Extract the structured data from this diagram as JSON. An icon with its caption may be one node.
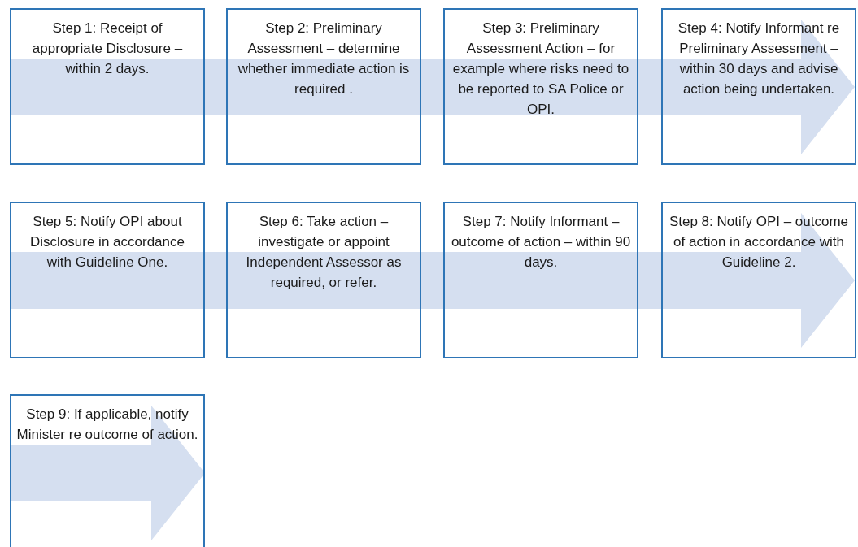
{
  "diagram": {
    "nodes": [
      {
        "text": [
          "Step 1: Receipt of appropriate Disclosure – within 2 days."
        ]
      },
      {
        "text": [
          "Step 2: Preliminary Assessment – determine whether immediate action is required ."
        ]
      },
      {
        "text": [
          "Step 3: Preliminary Assessment Action – for example where risks need to be reported to SA Police or OPI."
        ]
      },
      {
        "text": [
          "Step 4: Notify Informant re Preliminary Assessment – within 30 days and advise action being undertaken."
        ]
      },
      {
        "text": [
          "Step 5: Notify OPI about Disclosure in accordance with Guideline One."
        ]
      },
      {
        "text": [
          "Step 6: Take action – investigate or appoint Independent Assessor as required, or refer."
        ]
      },
      {
        "text": [
          "Step 7: Notify Informant – outcome of action – within 90 days."
        ]
      },
      {
        "text": [
          "Step 8: Notify OPI – outcome of action in accordance with Guideline 2."
        ]
      },
      {
        "text": [
          "Step 9: If applicable, notify Minister re outcome of action."
        ]
      }
    ]
  }
}
